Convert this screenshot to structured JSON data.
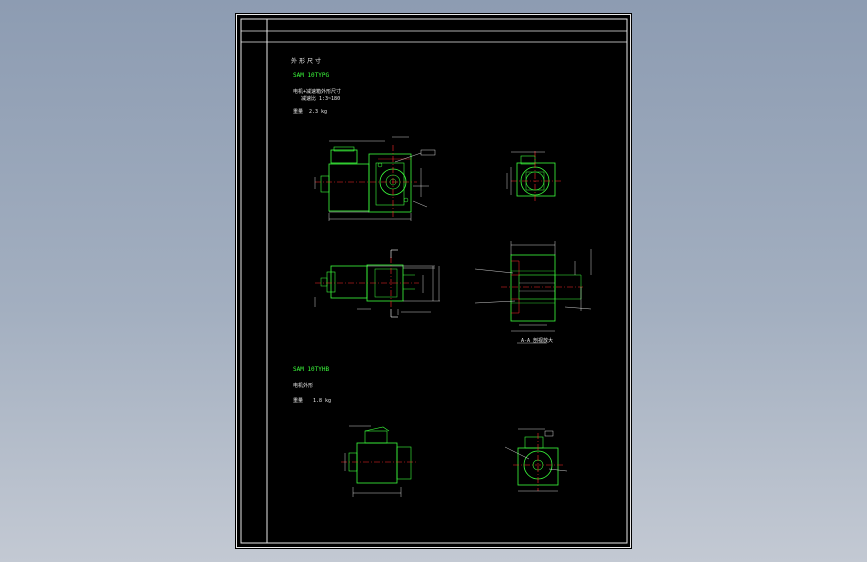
{
  "sheet": {
    "section_heading": "外形尺寸",
    "model_a": "SAM 10TYPG",
    "model_a_note": "电机+减速箱外形尺寸",
    "model_a_note2": "减速比 1:3~180",
    "model_a_weight_label": "重量",
    "model_a_weight": "2.3 kg",
    "model_b": "SAM 10TYHB",
    "model_b_note": "电机外形",
    "model_b_weight_label": "重量",
    "model_b_weight": "1.8 kg",
    "section_caption": "A-A 剖视放大"
  },
  "colors": {
    "background_top": "#8d9cb2",
    "sheet": "#000000",
    "outline": "#e8e8e8",
    "part": "#3cff3c",
    "centerline": "#ff2a2a",
    "dimension": "#ffffff"
  }
}
